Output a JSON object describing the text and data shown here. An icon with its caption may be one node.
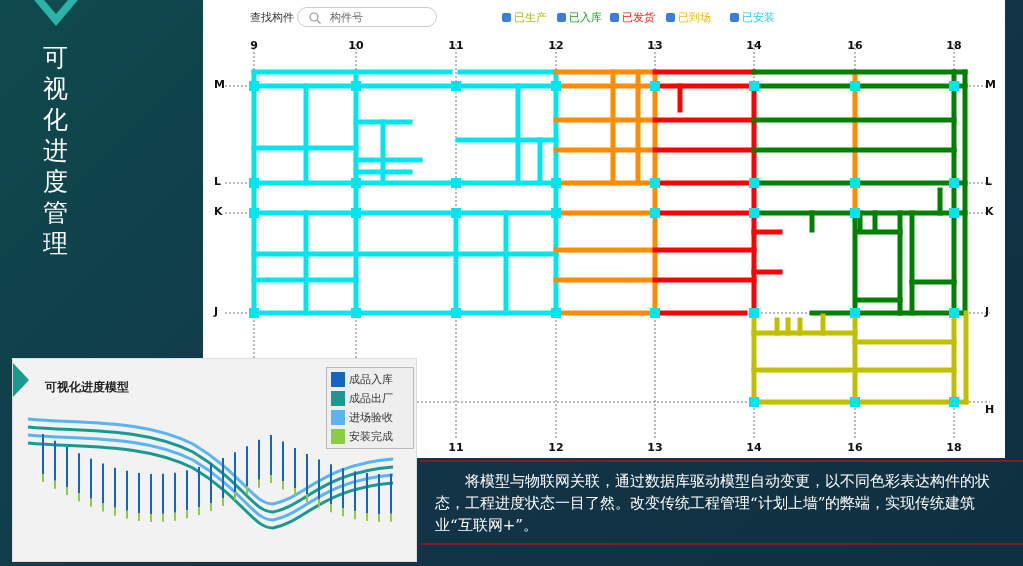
{
  "diagram": {
    "title": "可视化进度管理",
    "caption": "将模型与物联网关联，通过数据库驱动模型自动变更，以不同色彩表达构件的状态，工程进度状态一目了然。改变传统工程管理“计划上墙”的弊端，实现传统建筑业“互联网+”。",
    "labels": [
      "查找构件",
      "构件号",
      "已生产",
      "已入库",
      "已发货",
      "已到场",
      "已安装",
      "9",
      "10",
      "11",
      "12",
      "13",
      "14",
      "16",
      "18",
      "M",
      "M",
      "L",
      "L",
      "K",
      "K",
      "J",
      "J",
      "H",
      "11",
      "12",
      "13",
      "14",
      "16",
      "18",
      "可视化进度模型"
    ],
    "legend": [
      {
        "text": "成品入库",
        "color": "#1565c0"
      },
      {
        "text": "成品出厂",
        "color": "#1a9a8e"
      },
      {
        "text": "进场验收",
        "color": "#5ab4f0"
      },
      {
        "text": "安装完成",
        "color": "#8ccc44"
      }
    ]
  }
}
